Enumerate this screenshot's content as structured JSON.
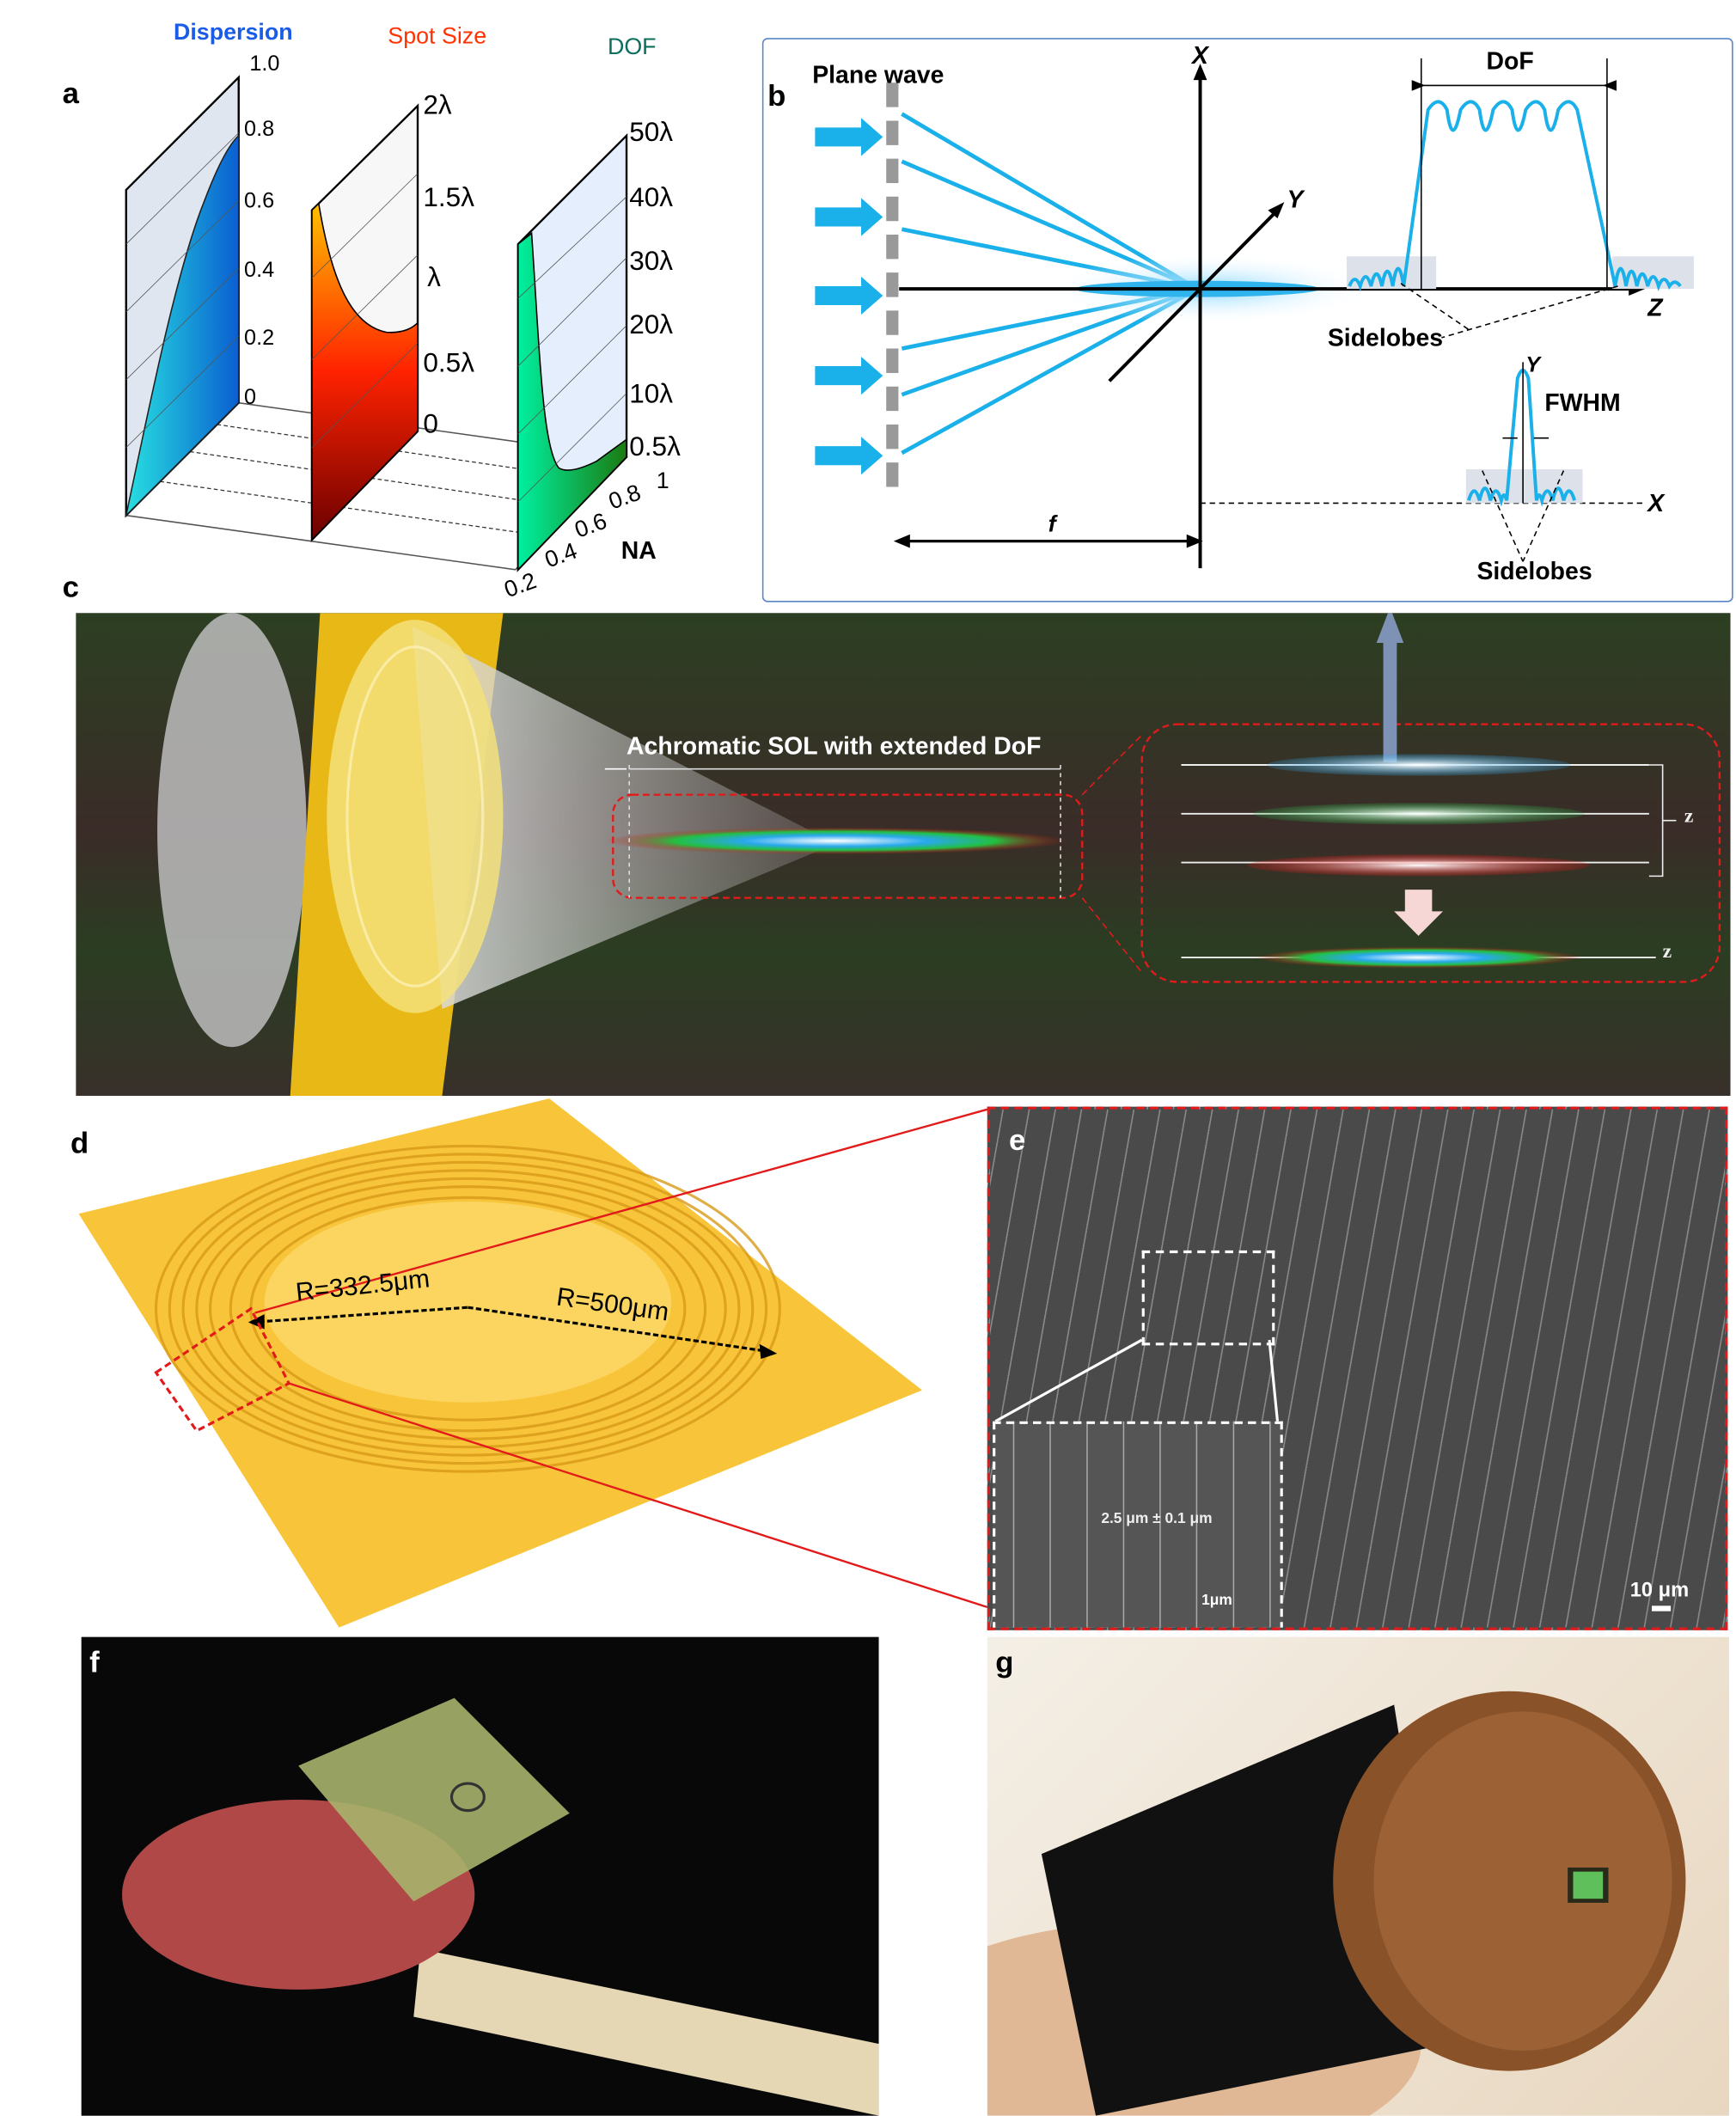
{
  "panels": {
    "a": {
      "label": "a",
      "titles": {
        "dispersion": "Dispersion",
        "spot_size": "Spot Size",
        "dof": "DOF"
      },
      "dispersion_ticks": [
        "1.0",
        "0.8",
        "0.6",
        "0.4",
        "0.2",
        "0"
      ],
      "spot_ticks": [
        "2λ",
        "1.5λ",
        "λ",
        "0.5λ",
        "0"
      ],
      "dof_ticks": [
        "50λ",
        "40λ",
        "30λ",
        "20λ",
        "10λ",
        "0.5λ"
      ],
      "na_ticks": [
        "0.2",
        "0.4",
        "0.6",
        "0.8",
        "1"
      ],
      "na_label": "NA"
    },
    "b": {
      "label": "b",
      "plane_wave": "Plane wave",
      "axis_x": "X",
      "axis_y": "Y",
      "axis_z": "Z",
      "dof": "DoF",
      "sidelobes_top": "Sidelobes",
      "fwhm": "FWHM",
      "axis_y2": "Y",
      "axis_x2": "X",
      "sidelobes_bottom": "Sidelobes",
      "focal": "f"
    },
    "c": {
      "label": "c",
      "caption": "Achromatic SOL with extended DoF",
      "z_label": "z",
      "z_label2": "z"
    },
    "d": {
      "label": "d",
      "r_inner": "R=332.5μm",
      "r_outer": "R=500μm"
    },
    "e": {
      "label": "e",
      "inset_measure": "2.5 μm ± 0.1 μm",
      "inset_scale": "1μm",
      "scale_bar": "10 μm"
    },
    "f": {
      "label": "f"
    },
    "g": {
      "label": "g"
    }
  },
  "colors": {
    "blue": "#1a5ce6",
    "red": "#ff3300",
    "teal": "#0b6e5e",
    "beam": "#1ab0ea",
    "dash_red": "#e31a1a",
    "yellow": "#f5c22c"
  }
}
